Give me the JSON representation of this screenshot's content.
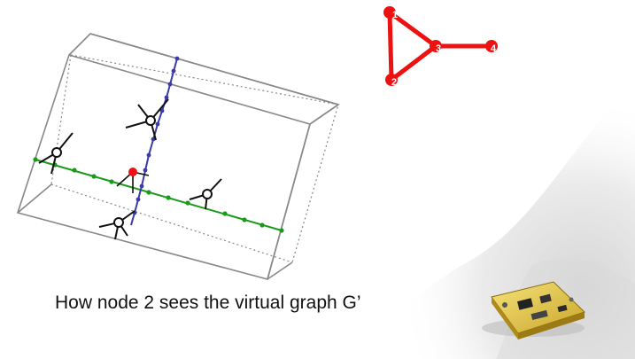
{
  "caption": "How node 2 sees the virtual graph G’",
  "graph_g": {
    "nodes": [
      {
        "id": "1",
        "label": "1"
      },
      {
        "id": "2",
        "label": "2"
      },
      {
        "id": "3",
        "label": "3"
      },
      {
        "id": "4",
        "label": "4"
      }
    ],
    "edges": [
      [
        "1",
        "2"
      ],
      [
        "1",
        "3"
      ],
      [
        "2",
        "3"
      ],
      [
        "3",
        "4"
      ]
    ],
    "color": "#ee1111"
  },
  "virtual_graph": {
    "green_line_color": "#1a9a1a",
    "blue_line_color": "#3a3aa8",
    "highlight_node_color": "#ee1111",
    "box_color": "#888888"
  },
  "sensor_device": {
    "description_icon": "sensor-board-icon"
  }
}
